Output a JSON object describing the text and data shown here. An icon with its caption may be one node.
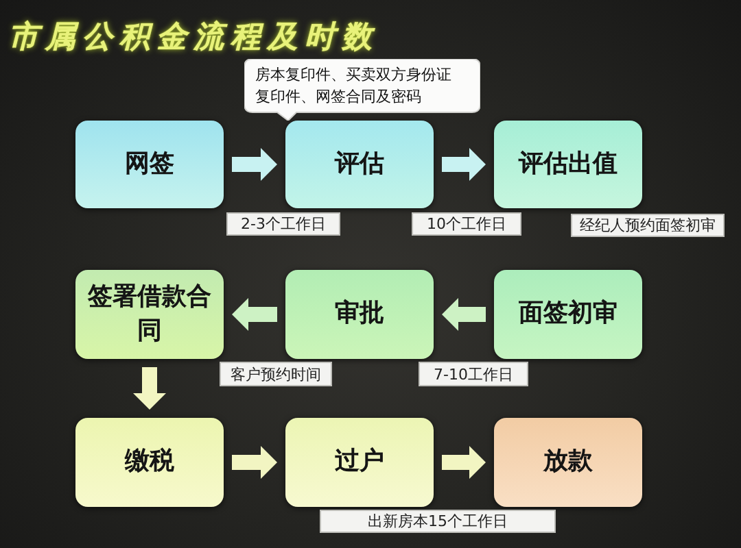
{
  "diagram": {
    "title": "市属公积金流程及时数",
    "nodes": [
      {
        "text": [
          "房本复印件、买卖双方身份证复印件、网签合同及密码"
        ]
      },
      {
        "text": [
          "网签"
        ]
      },
      {
        "text": [
          "评估"
        ]
      },
      {
        "text": [
          "评估出值"
        ]
      },
      {
        "text": [
          "签署借款合同"
        ]
      },
      {
        "text": [
          "审批"
        ]
      },
      {
        "text": [
          "面签初审"
        ]
      },
      {
        "text": [
          "缴税"
        ]
      },
      {
        "text": [
          "过户"
        ]
      },
      {
        "text": [
          "放款"
        ]
      }
    ],
    "edges": [
      {
        "from": 1,
        "to": 2,
        "arrow": "to",
        "color": "#c8f2f2"
      },
      {
        "from": 2,
        "to": 3,
        "arrow": "to",
        "color": "#c8f2f2"
      },
      {
        "from": 6,
        "to": 5,
        "arrow": "to",
        "color": "#cdf2c4"
      },
      {
        "from": 5,
        "to": 4,
        "arrow": "to",
        "color": "#cdf2c4"
      },
      {
        "from": 4,
        "to": 7,
        "arrow": "to"
      },
      {
        "from": 7,
        "to": 8,
        "arrow": "to"
      },
      {
        "from": 8,
        "to": 9,
        "arrow": "to"
      }
    ],
    "labels": [
      "2-3个工作日",
      "10个工作日",
      "经纪人预约面签初审",
      "客户预约时间",
      "7-10工作日",
      "出新房本15个工作日"
    ]
  }
}
